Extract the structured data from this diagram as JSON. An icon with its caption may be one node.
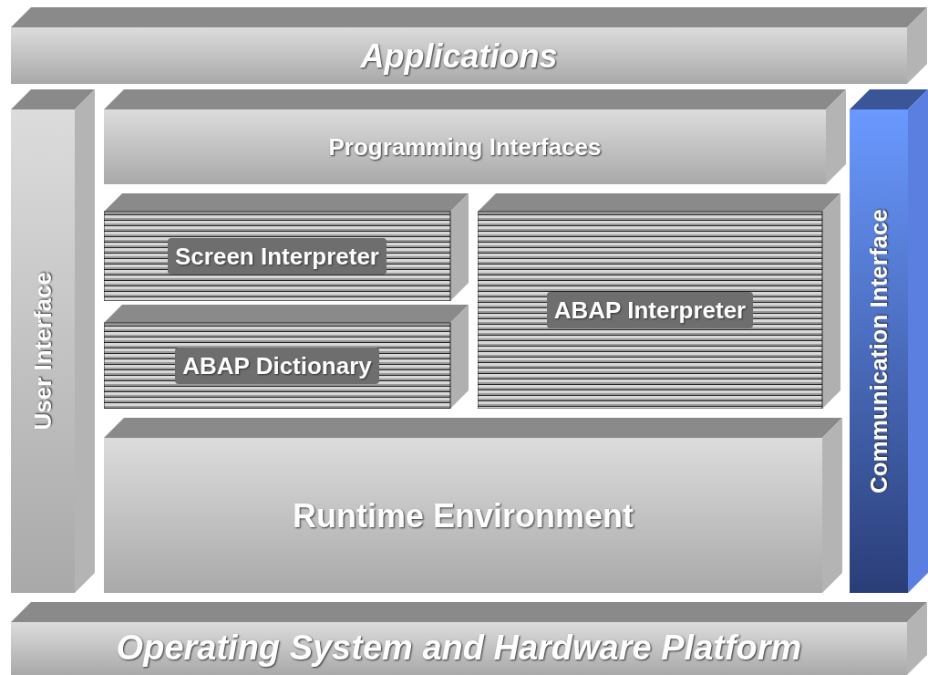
{
  "diagram": {
    "nodes": [
      {
        "text": [
          "Applications"
        ]
      },
      {
        "text": [
          "User Interface"
        ]
      },
      {
        "text": [
          "Programming Interfaces"
        ]
      },
      {
        "text": [
          "Screen Interpreter"
        ]
      },
      {
        "text": [
          "ABAP Dictionary"
        ]
      },
      {
        "text": [
          "ABAP Interpreter"
        ]
      },
      {
        "text": [
          "Runtime Environment"
        ]
      },
      {
        "text": [
          "Communication Interface"
        ]
      },
      {
        "text": [
          "Operating System and Hardware Platform"
        ]
      }
    ]
  }
}
